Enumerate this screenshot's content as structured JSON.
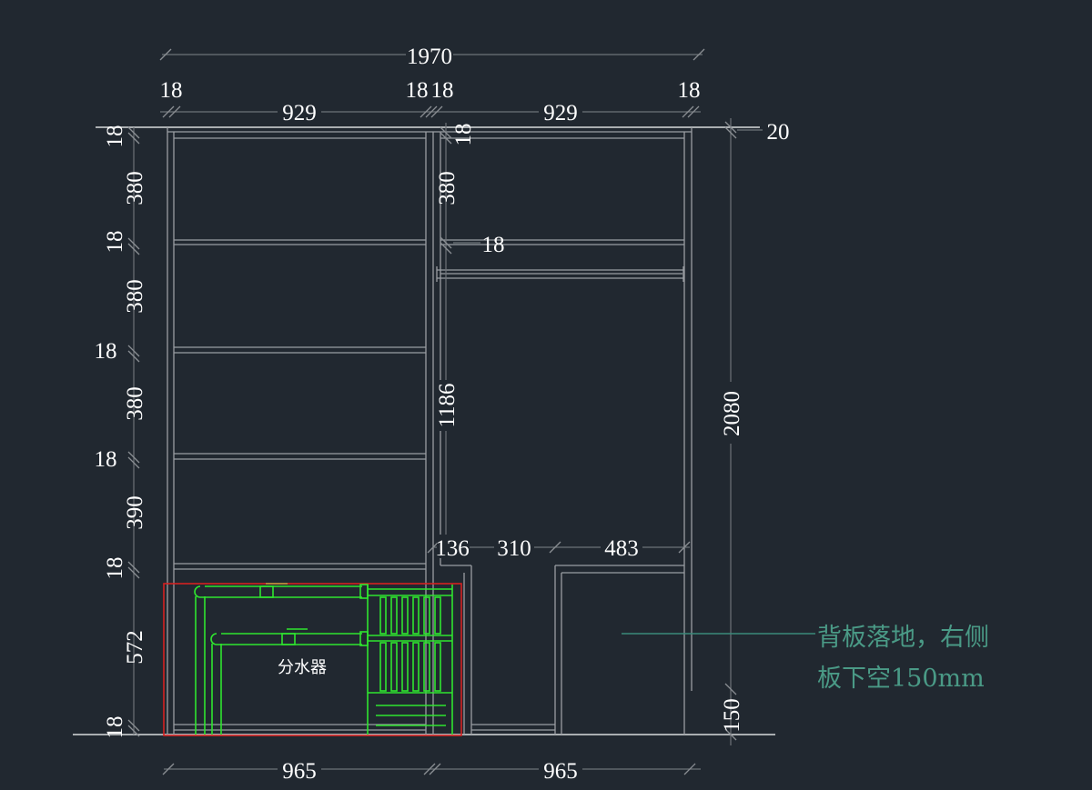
{
  "drawing": {
    "overall_width": "1970",
    "top_dims": [
      "18",
      "929",
      "18",
      "18",
      "929",
      "18"
    ],
    "left_dims": [
      "18",
      "380",
      "18",
      "380",
      "18",
      "380",
      "18",
      "390",
      "18",
      "572",
      "18"
    ],
    "middle_dims": [
      "18",
      "380",
      "18",
      "1186"
    ],
    "right_dims": [
      "20",
      "2080",
      "150"
    ],
    "lower_right_dims": [
      "136",
      "310",
      "483"
    ],
    "bottom_dims": [
      "965",
      "965"
    ],
    "fixture_label": "分水器",
    "note_lines": [
      "背板落地，右侧",
      "板下空150mm"
    ],
    "colors": {
      "background": "#212830",
      "fixture": "#2fe52f",
      "highlight": "#d42020",
      "note": "#4a9a86"
    }
  }
}
